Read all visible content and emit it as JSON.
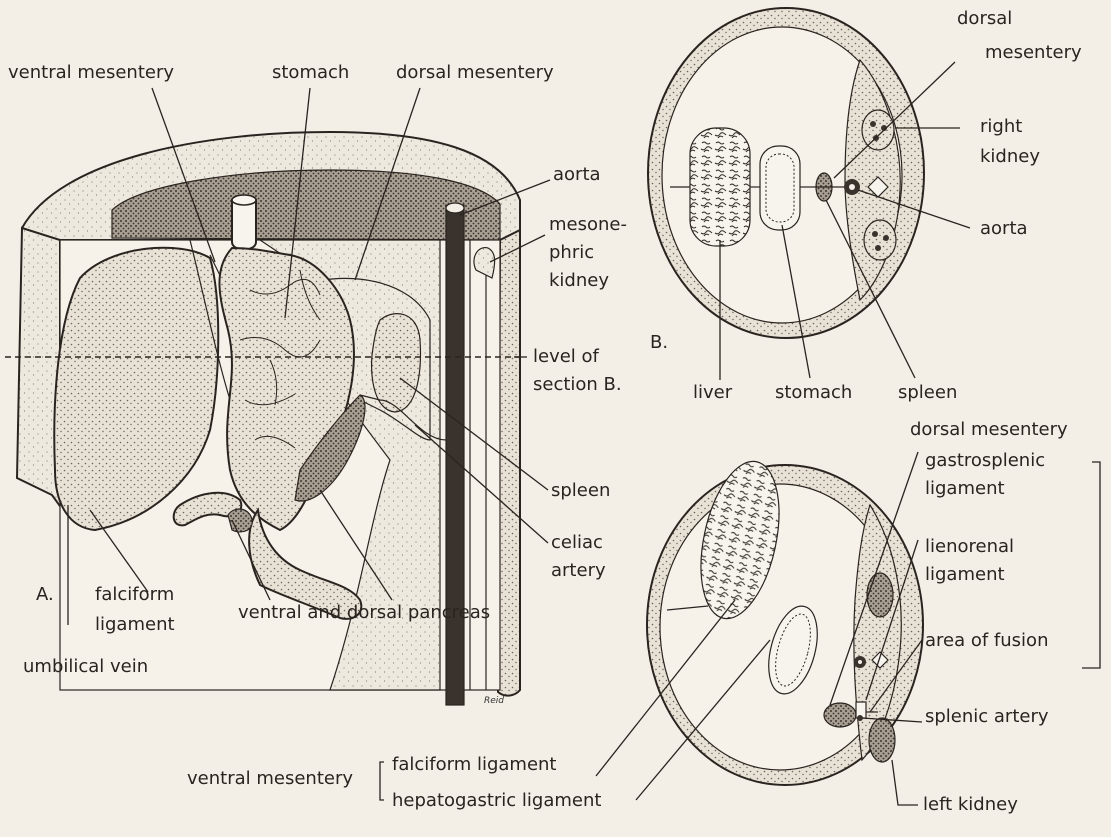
{
  "panel_a": {
    "letter": "A.",
    "labels": {
      "ventral_mesentery": "ventral mesentery",
      "stomach": "stomach",
      "dorsal_mesentery": "dorsal mesentery",
      "aorta": "aorta",
      "mesonephric_kidney_l1": "mesone-",
      "mesonephric_kidney_l2": "phric",
      "mesonephric_kidney_l3": "kidney",
      "level_l1": "level of",
      "level_l2": "section B.",
      "spleen": "spleen",
      "celiac_l1": "celiac",
      "celiac_l2": "artery",
      "falciform_l1": "falciform",
      "falciform_l2": "ligament",
      "pancreas": "ventral and dorsal pancreas",
      "umbilical_vein": "umbilical vein"
    },
    "signature": "Reid"
  },
  "panel_b": {
    "letter": "B.",
    "labels": {
      "dorsal_mesentery_l1": "dorsal",
      "dorsal_mesentery_l2": "mesentery",
      "right_kidney_l1": "right",
      "right_kidney_l2": "kidney",
      "aorta": "aorta",
      "liver": "liver",
      "stomach": "stomach",
      "spleen": "spleen"
    }
  },
  "panel_c": {
    "labels": {
      "dorsal_mesentery": "dorsal mesentery",
      "gastrosplenic_l1": "gastrosplenic",
      "gastrosplenic_l2": "ligament",
      "lienorenal_l1": "lienorenal",
      "lienorenal_l2": "ligament",
      "area_of_fusion": "area of fusion",
      "splenic_artery": "splenic artery",
      "left_kidney": "left kidney",
      "ventral_mesentery": "ventral mesentery",
      "falciform_ligament": "falciform ligament",
      "hepatogastric_ligament": "hepatogastric ligament"
    }
  }
}
